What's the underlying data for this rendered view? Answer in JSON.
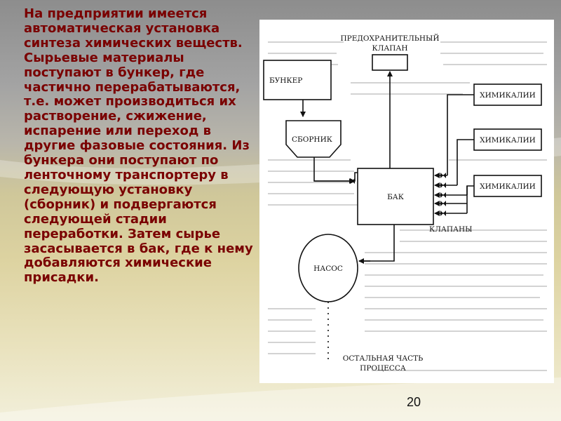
{
  "slide": {
    "body_text": "На предприятии имеется автоматическая установка синтеза химических веществ. Сырьевые материалы поступают в бункер, где частично перерабатываются, т.е. может производиться их растворение, сжижение, испарение или переход в другие фазовые состояния. Из бункера они поступают по ленточному транспортеру в следующую установку (сборник) и подвергаются следующей стадии переработки. Затем сырье засасывается в бак, где к нему добавляются химические присадки.",
    "page_number": "20"
  },
  "diagram": {
    "relief_valve_line1": "ПРЕДОХРАНИТЕЛЬНЫЙ",
    "relief_valve_line2": "КЛАПАН",
    "hopper": "БУНКЕР",
    "collector": "СБОРНИК",
    "tank": "БАК",
    "chemical_1": "ХИМИКАЛИИ",
    "chemical_2": "ХИМИКАЛИИ",
    "chemical_3": "ХИМИКАЛИИ",
    "valves": "КЛАПАНЫ",
    "pump": "НАСОС",
    "rest_line1": "ОСТАЛЬНАЯ ЧАСТЬ",
    "rest_line2": "ПРОЦЕССА"
  }
}
